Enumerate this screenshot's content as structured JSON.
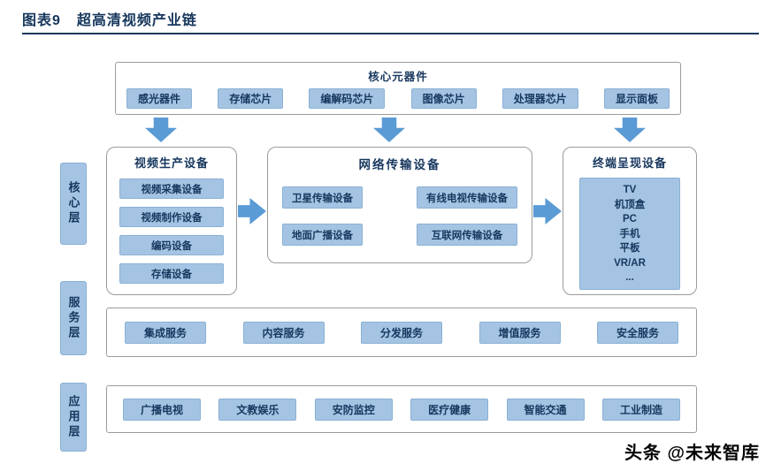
{
  "header": {
    "figure_label": "图表9",
    "figure_title": "超高清视频产业链"
  },
  "layers": {
    "core": "核心层",
    "service": "服务层",
    "application": "应用层"
  },
  "core_components": {
    "title": "核心元器件",
    "items": [
      "感光器件",
      "存储芯片",
      "编解码芯片",
      "图像芯片",
      "处理器芯片",
      "显示面板"
    ]
  },
  "production": {
    "title": "视频生产设备",
    "items": [
      "视频采集设备",
      "视频制作设备",
      "编码设备",
      "存储设备"
    ]
  },
  "transmission": {
    "title": "网络传输设备",
    "items": [
      "卫星传输设备",
      "有线电视传输设备",
      "地面广播设备",
      "互联网传输设备"
    ]
  },
  "terminal": {
    "title": "终端呈现设备",
    "items": [
      "TV",
      "机顶盒",
      "PC",
      "手机",
      "平板",
      "VR/AR",
      "..."
    ]
  },
  "services": {
    "items": [
      "集成服务",
      "内容服务",
      "分发服务",
      "增值服务",
      "安全服务"
    ]
  },
  "applications": {
    "items": [
      "广播电视",
      "文教娱乐",
      "安防监控",
      "医疗健康",
      "智能交通",
      "工业制造"
    ]
  },
  "footer": {
    "watermark": "头条 @未来智库"
  },
  "colors": {
    "accent_navy": "#17375e",
    "box_fill": "#a5c4e3",
    "arrow_blue": "#5b9bd5",
    "container_border": "#9b9b9b"
  }
}
